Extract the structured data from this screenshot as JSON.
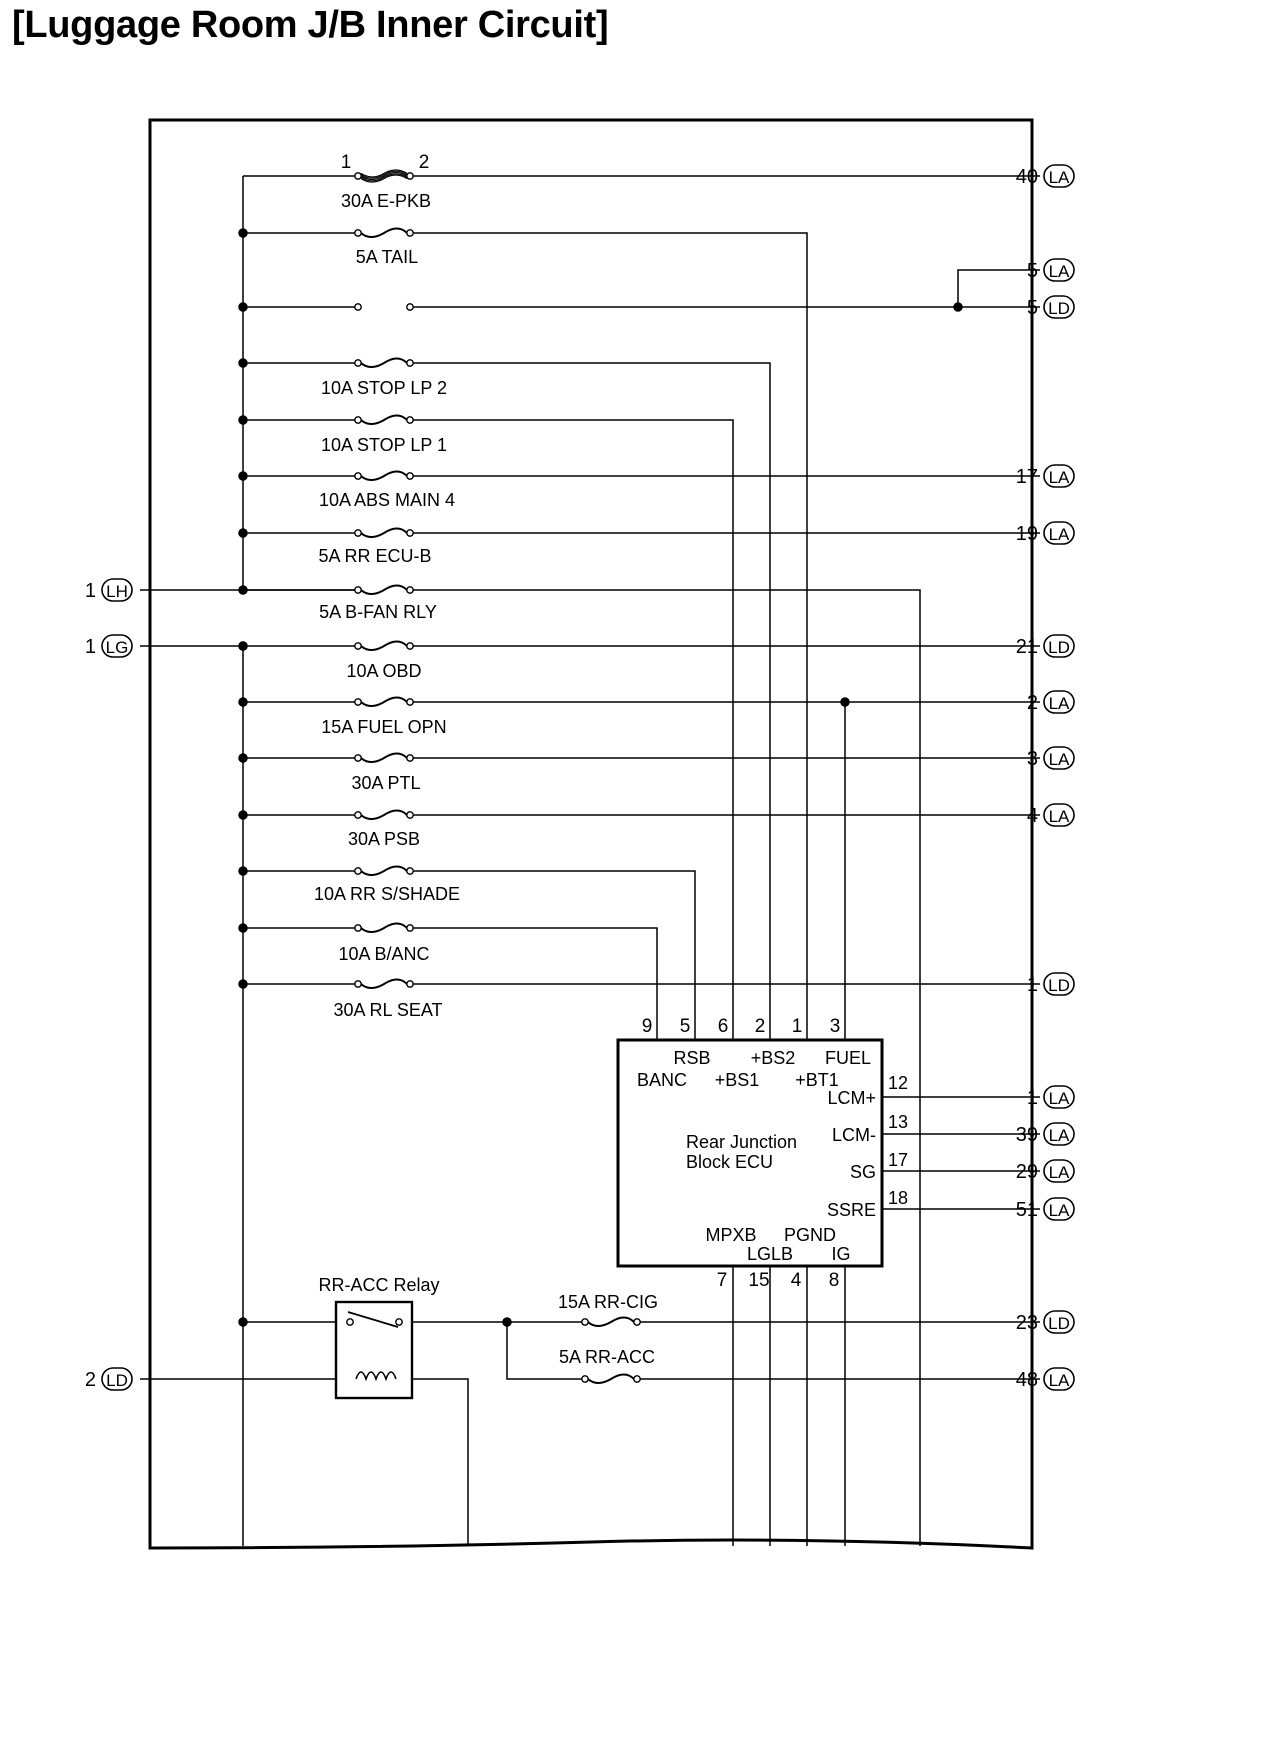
{
  "title": "[Luggage Room J/B Inner Circuit]",
  "fuses": [
    {
      "label": "30A E-PKB",
      "pin_left": "1",
      "pin_right": "2"
    },
    {
      "label": "5A TAIL"
    },
    {
      "label": ""
    },
    {
      "label": "10A STOP LP 2"
    },
    {
      "label": "10A STOP LP 1"
    },
    {
      "label": "10A ABS MAIN 4"
    },
    {
      "label": "5A RR ECU-B"
    },
    {
      "label": "5A B-FAN RLY"
    },
    {
      "label": "10A OBD"
    },
    {
      "label": "15A FUEL OPN"
    },
    {
      "label": "30A PTL"
    },
    {
      "label": "30A PSB"
    },
    {
      "label": "10A RR S/SHADE"
    },
    {
      "label": "10A B/ANC"
    },
    {
      "label": "30A RL SEAT"
    }
  ],
  "right_connectors": [
    {
      "pin": "40",
      "conn": "LA"
    },
    {
      "pin": "5",
      "conn": "LA"
    },
    {
      "pin": "5",
      "conn": "LD"
    },
    {
      "pin": "17",
      "conn": "LA"
    },
    {
      "pin": "19",
      "conn": "LA"
    },
    {
      "pin": "21",
      "conn": "LD"
    },
    {
      "pin": "2",
      "conn": "LA"
    },
    {
      "pin": "3",
      "conn": "LA"
    },
    {
      "pin": "4",
      "conn": "LA"
    },
    {
      "pin": "1",
      "conn": "LD"
    },
    {
      "pin": "1",
      "conn": "LA"
    },
    {
      "pin": "39",
      "conn": "LA"
    },
    {
      "pin": "29",
      "conn": "LA"
    },
    {
      "pin": "51",
      "conn": "LA"
    },
    {
      "pin": "23",
      "conn": "LD"
    },
    {
      "pin": "48",
      "conn": "LA"
    }
  ],
  "left_connectors": [
    {
      "pin": "1",
      "conn": "LH"
    },
    {
      "pin": "1",
      "conn": "LG"
    },
    {
      "pin": "2",
      "conn": "LD"
    }
  ],
  "ecu": {
    "name_line1": "Rear Junction",
    "name_line2": "Block ECU",
    "top_pins": [
      "9",
      "5",
      "6",
      "2",
      "1",
      "3"
    ],
    "top_labels_upper": [
      "RSB",
      "+BS2",
      "FUEL"
    ],
    "top_labels_lower": [
      "BANC",
      "+BS1",
      "+BT1"
    ],
    "right_pins": [
      "12",
      "13",
      "17",
      "18"
    ],
    "right_labels": [
      "LCM+",
      "LCM-",
      "SG",
      "SSRE"
    ],
    "bottom_labels_upper": [
      "MPXB",
      "PGND"
    ],
    "bottom_labels_lower": [
      "LGLB",
      "IG"
    ],
    "bottom_pins": [
      "7",
      "15",
      "4",
      "8"
    ]
  },
  "relay": {
    "label": "RR-ACC Relay"
  },
  "relay_fuses": [
    {
      "label": "15A RR-CIG"
    },
    {
      "label": "5A RR-ACC"
    }
  ]
}
